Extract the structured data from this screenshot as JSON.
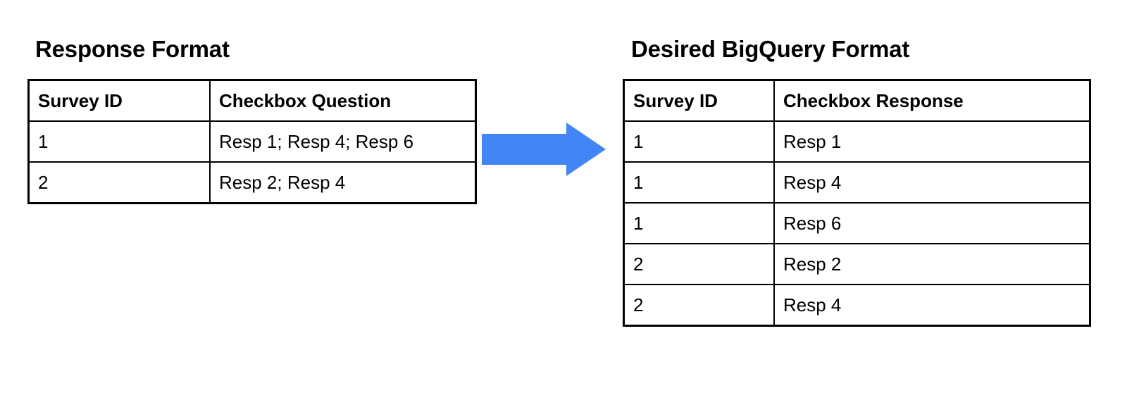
{
  "diagram": {
    "background_color": "#ffffff",
    "text_color": "#000000",
    "arrow": {
      "icon": "right-arrow-icon",
      "color": "#4285f4",
      "direction": "right"
    }
  },
  "left_panel": {
    "title": "Response Format",
    "table": {
      "columns": [
        "Survey ID",
        "Checkbox Question"
      ],
      "rows": [
        [
          "1",
          "Resp 1; Resp 4; Resp 6"
        ],
        [
          "2",
          "Resp 2; Resp 4"
        ]
      ]
    }
  },
  "right_panel": {
    "title": "Desired BigQuery Format",
    "table": {
      "columns": [
        "Survey ID",
        "Checkbox Response"
      ],
      "rows": [
        [
          "1",
          "Resp 1"
        ],
        [
          "1",
          "Resp 4"
        ],
        [
          "1",
          "Resp 6"
        ],
        [
          "2",
          "Resp 2"
        ],
        [
          "2",
          "Resp 4"
        ]
      ]
    }
  }
}
